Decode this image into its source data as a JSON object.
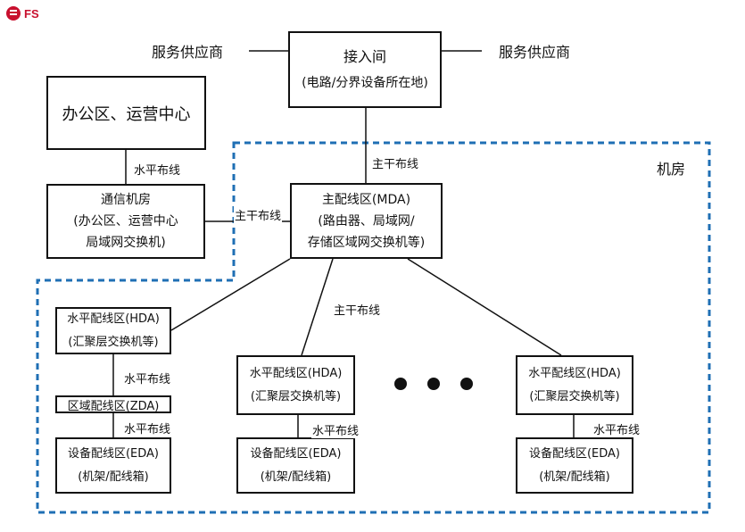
{
  "logo": {
    "text": "FS"
  },
  "external": {
    "left": "服务供应商",
    "right": "服务供应商"
  },
  "entrance_room": {
    "title": "接入间",
    "subtitle": "(电路/分界设备所在地)"
  },
  "office_area": {
    "title": "办公区、运营中心"
  },
  "telecom_room": {
    "line1": "通信机房",
    "line2": "(办公区、运营中心",
    "line3": "局域网交换机)"
  },
  "zone_label": "机房",
  "mda": {
    "line1": "主配线区(MDA)",
    "line2": "(路由器、局域网/",
    "line3": "存储区域网交换机等)"
  },
  "hda": {
    "line1": "水平配线区(HDA)",
    "line2": "(汇聚层交换机等)"
  },
  "zda": {
    "label": "区域配线区(ZDA)"
  },
  "eda": {
    "line1": "设备配线区(EDA)",
    "line2": "(机架/配线箱)"
  },
  "cable": {
    "backbone": "主干布线",
    "horizontal": "水平布线"
  },
  "colors": {
    "border": "#111111",
    "zone_dash": "#1f6fb4",
    "logo": "#c8102e"
  }
}
